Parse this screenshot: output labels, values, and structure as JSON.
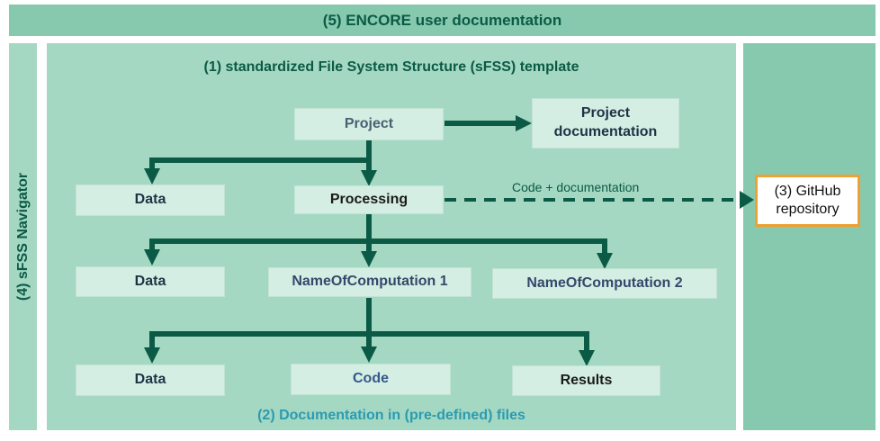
{
  "top_band": {
    "label": "(5) ENCORE user documentation"
  },
  "left_band": {
    "label": "(4) sFSS Navigator"
  },
  "main": {
    "title": "(1) standardized File System Structure (sFSS) template",
    "footer": "(2) Documentation in (pre-defined) files"
  },
  "nodes": {
    "project": "Project",
    "project_doc": "Project documentation",
    "data1": "Data",
    "processing": "Processing",
    "data2": "Data",
    "comp1": "NameOfComputation 1",
    "comp2": "NameOfComputation 2",
    "data3": "Data",
    "code": "Code",
    "results": "Results"
  },
  "github": {
    "label": "(3) GitHub repository"
  },
  "edge_label": "Code + documentation",
  "colors": {
    "arrow": "#0b5a45",
    "band_dark": "#86c9ae",
    "band_light": "#a5d8c3",
    "box": "#d4eee3",
    "github_border": "#f0a030",
    "footer_text": "#2a9bb0"
  }
}
